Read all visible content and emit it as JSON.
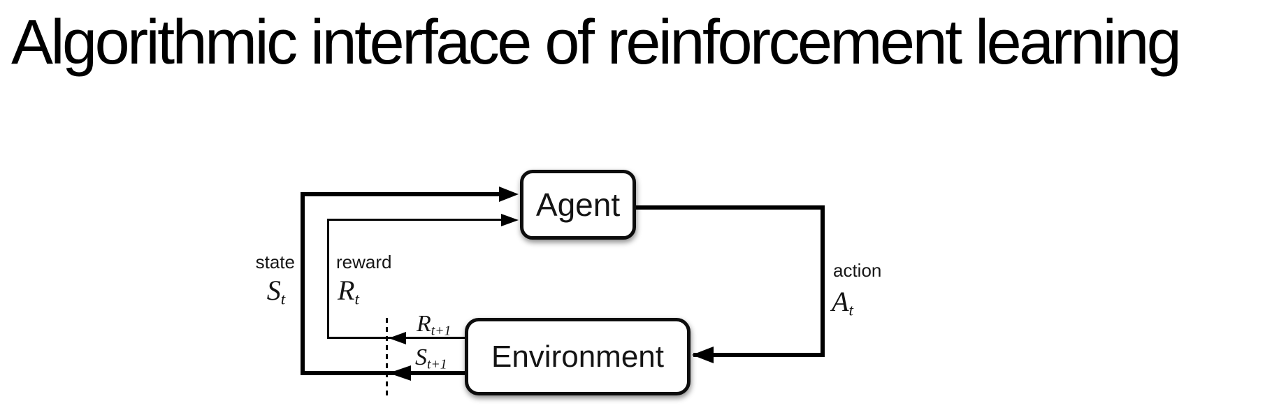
{
  "title": "Algorithmic interface of reinforcement learning",
  "diagram": {
    "nodes": {
      "agent": {
        "label": "Agent"
      },
      "environment": {
        "label": "Environment"
      }
    },
    "labels": {
      "state": {
        "word": "state",
        "symbol_base": "S",
        "symbol_sub": "t"
      },
      "reward": {
        "word": "reward",
        "symbol_base": "R",
        "symbol_sub": "t"
      },
      "action": {
        "word": "action",
        "symbol_base": "A",
        "symbol_sub": "t"
      },
      "next_reward": {
        "symbol_base": "R",
        "symbol_sub": "t+1"
      },
      "next_state": {
        "symbol_base": "S",
        "symbol_sub": "t+1"
      }
    },
    "edges": [
      {
        "from": "environment",
        "to": "agent",
        "label": "state St / St+1"
      },
      {
        "from": "environment",
        "to": "agent",
        "label": "reward Rt / Rt+1"
      },
      {
        "from": "agent",
        "to": "environment",
        "label": "action At"
      }
    ],
    "colors": {
      "line": "#000000",
      "text": "#161616",
      "node_border": "#0d0d0d",
      "node_fill": "#ffffff",
      "background": "#ffffff"
    }
  }
}
